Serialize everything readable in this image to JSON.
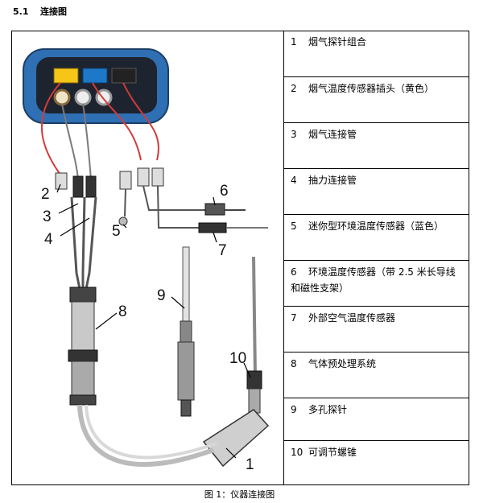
{
  "section": {
    "number": "5.1",
    "title": "连接图"
  },
  "figure": {
    "callouts": [
      "1",
      "2",
      "3",
      "4",
      "5",
      "6",
      "7",
      "8",
      "9",
      "10"
    ]
  },
  "legend": [
    {
      "n": "1",
      "text": "烟气探针组合"
    },
    {
      "n": "2",
      "text": "烟气温度传感器插头（黄色）"
    },
    {
      "n": "3",
      "text": "烟气连接管"
    },
    {
      "n": "4",
      "text": "抽力连接管"
    },
    {
      "n": "5",
      "text": "迷你型环境温度传感器（蓝色）"
    },
    {
      "n": "6",
      "text": "环境温度传感器（带 2.5 米长导线和磁性支架）"
    },
    {
      "n": "7",
      "text": "外部空气温度传感器"
    },
    {
      "n": "8",
      "text": "气体预处理系统"
    },
    {
      "n": "9",
      "text": "多孔探针"
    },
    {
      "n": "10",
      "text": "可调节螺锥"
    }
  ],
  "caption": "图 1：仪器连接图",
  "colors": {
    "housing": "#2f6fb3",
    "yellow_port": "#f5c518",
    "blue_port": "#1e78c8",
    "cable": "#d33b3b"
  }
}
